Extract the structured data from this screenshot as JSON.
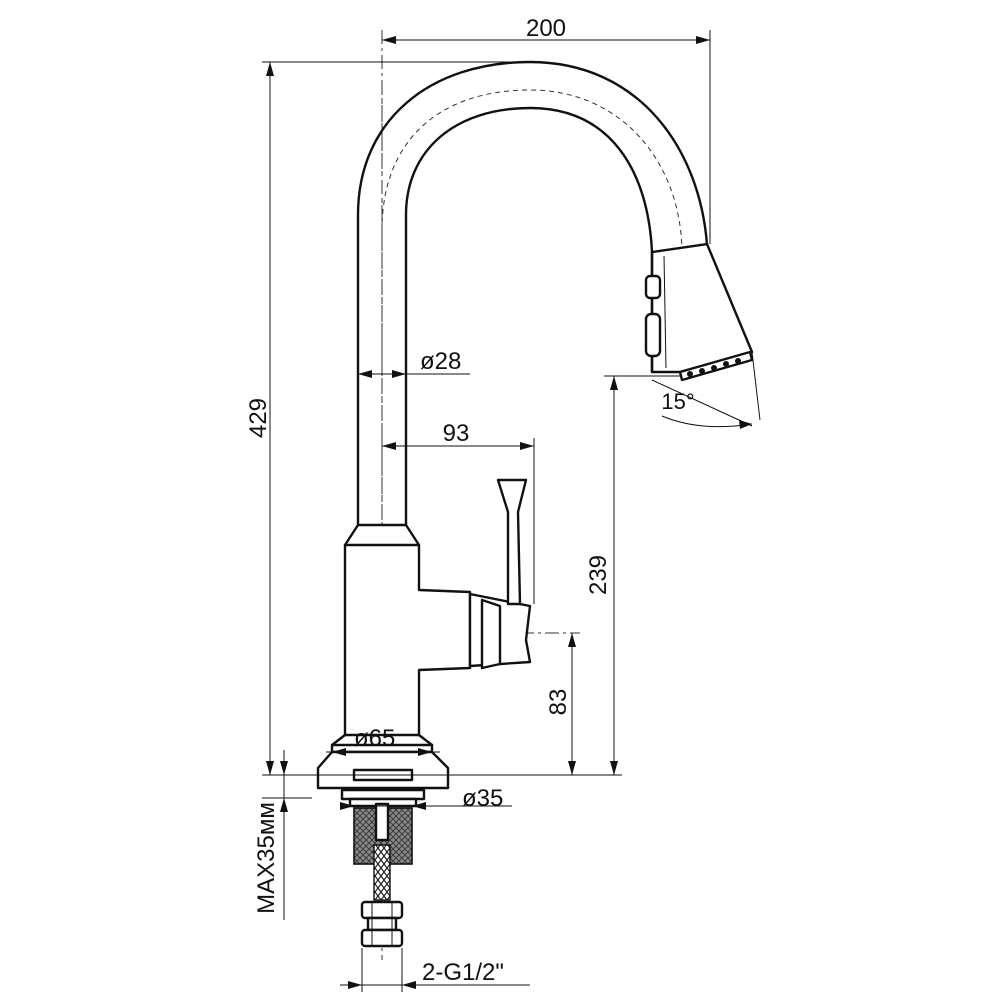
{
  "dimensions": {
    "spout_reach": "200",
    "total_height": "429",
    "spout_diameter": "ø28",
    "handle_reach": "93",
    "spout_angle": "15°",
    "outlet_height": "239",
    "handle_height": "83",
    "base_diameter": "ø65",
    "shank_diameter": "ø35",
    "max_counter_thickness": "MAX35мм",
    "supply_connections": "2-G1/2\""
  },
  "colors": {
    "line": "#111111",
    "threads": "#555555",
    "background": "#ffffff"
  }
}
